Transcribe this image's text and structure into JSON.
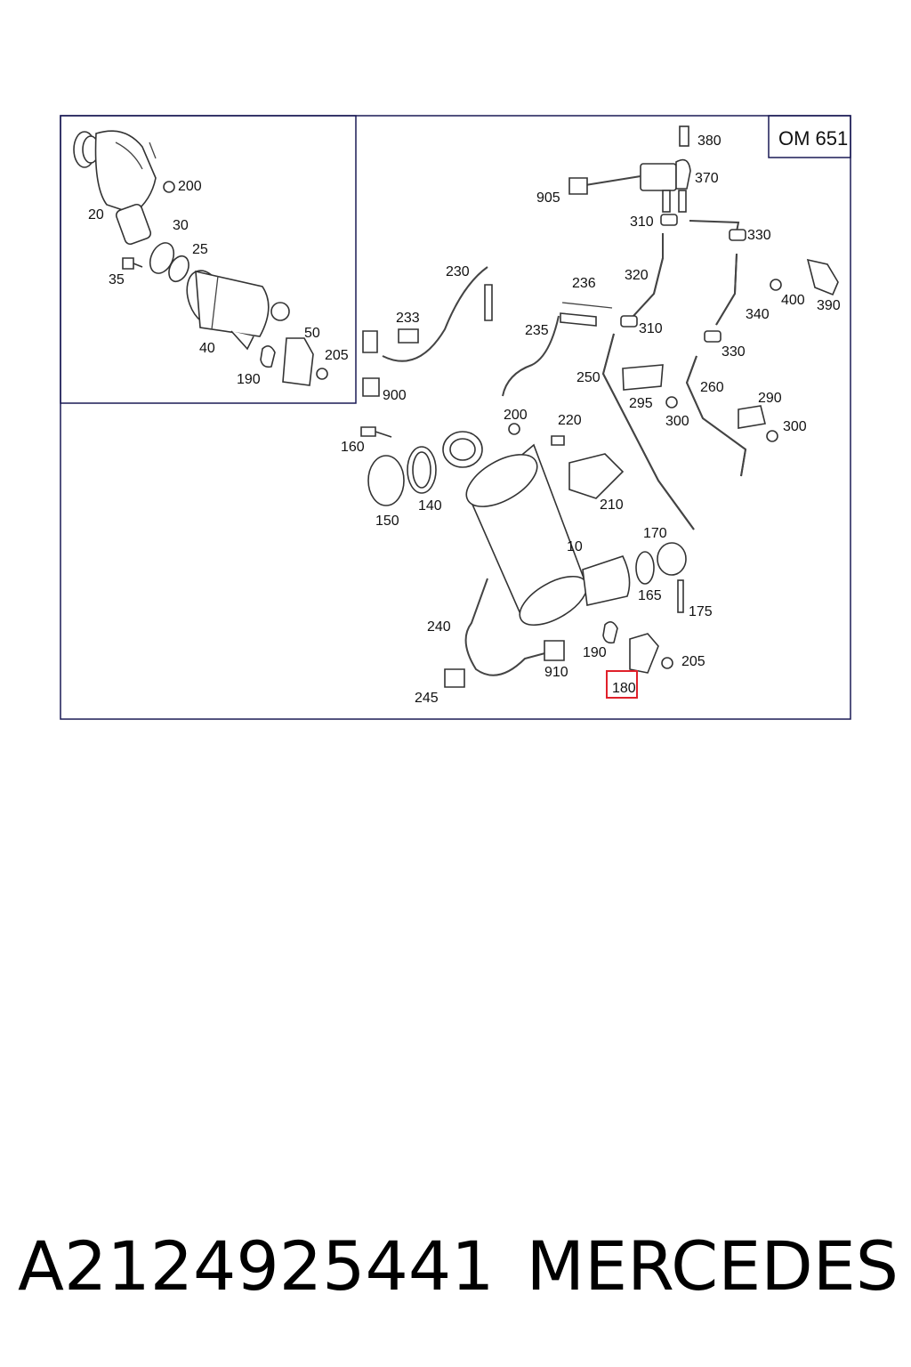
{
  "engine_label": "OM 651",
  "highlight_part": "180",
  "callouts": {
    "inset": [
      "200",
      "20",
      "30",
      "25",
      "35",
      "40",
      "50",
      "205",
      "190"
    ],
    "main": [
      "380",
      "370",
      "905",
      "310",
      "330",
      "320",
      "400",
      "390",
      "340",
      "310",
      "330",
      "230",
      "233",
      "236",
      "235",
      "250",
      "260",
      "290",
      "295",
      "300",
      "300",
      "900",
      "160",
      "200",
      "220",
      "210",
      "150",
      "140",
      "170",
      "10",
      "165",
      "175",
      "240",
      "190",
      "205",
      "910",
      "245",
      "180"
    ]
  },
  "footer": {
    "part_number": "A2124925441",
    "brand": "MERCEDES"
  }
}
